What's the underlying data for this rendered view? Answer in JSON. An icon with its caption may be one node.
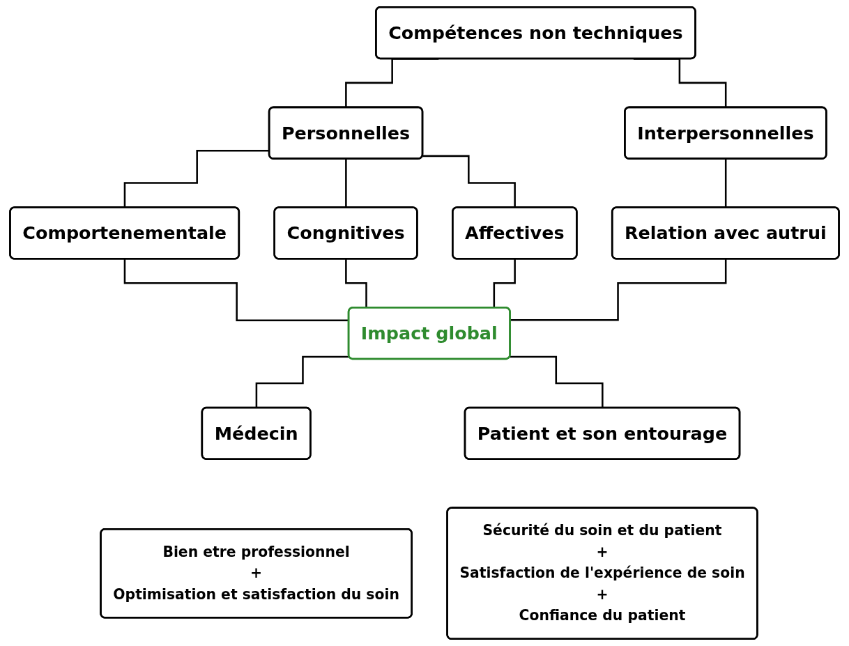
{
  "diagram": {
    "nodes": [
      {
        "text": [
          "Compétences non techniques"
        ]
      },
      {
        "text": [
          "Personnelles"
        ]
      },
      {
        "text": [
          "Interpersonnelles"
        ]
      },
      {
        "text": [
          "Comportenementale"
        ]
      },
      {
        "text": [
          "Congnitives"
        ]
      },
      {
        "text": [
          "Affectives"
        ]
      },
      {
        "text": [
          "Relation avec autrui"
        ]
      },
      {
        "text": [
          "Impact global"
        ]
      },
      {
        "text": [
          "Médecin"
        ]
      },
      {
        "text": [
          "Patient et son entourage"
        ]
      },
      {
        "text": [
          "Bien etre professionnel",
          "+",
          "Optimisation et satisfaction du soin"
        ]
      },
      {
        "text": [
          "Sécurité du soin et du patient",
          "+",
          "Satisfaction de l'expérience de soin",
          "+",
          "Confiance du patient"
        ]
      }
    ],
    "edges": [
      {
        "from": 0,
        "to": 1,
        "arrow": "none"
      },
      {
        "from": 0,
        "to": 2,
        "arrow": "none"
      },
      {
        "from": 1,
        "to": 3,
        "arrow": "none"
      },
      {
        "from": 1,
        "to": 4,
        "arrow": "none"
      },
      {
        "from": 1,
        "to": 5,
        "arrow": "none"
      },
      {
        "from": 2,
        "to": 6,
        "arrow": "none"
      },
      {
        "from": 3,
        "to": 7,
        "arrow": "none"
      },
      {
        "from": 4,
        "to": 7,
        "arrow": "none"
      },
      {
        "from": 5,
        "to": 7,
        "arrow": "none"
      },
      {
        "from": 6,
        "to": 7,
        "arrow": "none"
      },
      {
        "from": 7,
        "to": 8,
        "arrow": "none"
      },
      {
        "from": 7,
        "to": 9,
        "arrow": "none"
      }
    ]
  }
}
